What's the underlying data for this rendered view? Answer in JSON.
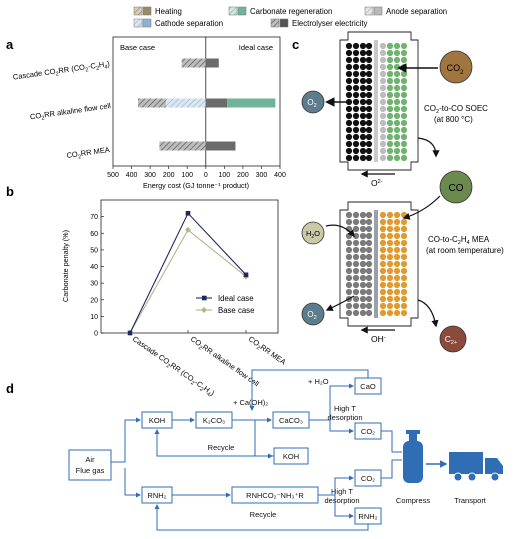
{
  "legend": [
    {
      "label": "Heating",
      "swatch": "heating"
    },
    {
      "label": "Carbonate regeneration",
      "swatch": "carbregen"
    },
    {
      "label": "Anode separation",
      "swatch": "anode"
    },
    {
      "label": "Cathode separation",
      "swatch": "cathode"
    },
    {
      "label": "Electrolyser electricity",
      "swatch": "elec"
    }
  ],
  "panels": {
    "a": "a",
    "b": "b",
    "c": "c",
    "d": "d"
  },
  "chart_data": [
    {
      "id": "a",
      "type": "bar",
      "orientation": "horizontal-stacked",
      "categories": [
        "Cascade CO2RR (CO2-C2H4)",
        "CO2RR alkaline flow cell",
        "CO2RR MEA"
      ],
      "category_labels": [
        {
          "main": "Cascade CO",
          "sub1": "2",
          "mid": "RR (CO",
          "sub2": "2",
          "mid2": "-C",
          "sub3": "2",
          "mid3": "H",
          "sub4": "4",
          "tail": ")"
        },
        {
          "main": "CO",
          "sub1": "2",
          "tail": "RR alkaline flow cell"
        },
        {
          "main": "CO",
          "sub1": "2",
          "tail": "RR MEA"
        }
      ],
      "left_title": "Base case",
      "right_title": "Ideal case",
      "xlabel": "Energy cost (GJ tonne⁻¹ product)",
      "xticks": [
        "500",
        "400",
        "300",
        "200",
        "100",
        "0",
        "100",
        "200",
        "300",
        "400"
      ],
      "xlim": [
        -500,
        400
      ],
      "series": [
        {
          "name": "Heating",
          "swatch": "heating",
          "base": [
            0,
            0,
            0
          ],
          "ideal": [
            0,
            0,
            0
          ]
        },
        {
          "name": "Carbonate regeneration",
          "swatch": "carbregen",
          "base": [
            0,
            0,
            0
          ],
          "ideal": [
            0,
            260,
            0
          ]
        },
        {
          "name": "Anode separation",
          "swatch": "anode",
          "base": [
            0,
            0,
            0
          ],
          "ideal": [
            0,
            0,
            0
          ]
        },
        {
          "name": "Cathode separation",
          "swatch": "cathode",
          "base": [
            0,
            215,
            0
          ],
          "ideal": [
            0,
            0,
            0
          ]
        },
        {
          "name": "Electrolyser electricity",
          "swatch": "elec",
          "base": [
            130,
            150,
            250
          ],
          "ideal": [
            70,
            115,
            160
          ]
        }
      ]
    },
    {
      "id": "b",
      "type": "line",
      "categories": [
        "Cascade CO2RR (CO2-C2H4)",
        "CO2RR alkaline flow cell",
        "CO2RR MEA"
      ],
      "ylabel": "Carbonate penalty (%)",
      "yticks": [
        "0",
        "10",
        "20",
        "30",
        "40",
        "50",
        "60",
        "70"
      ],
      "ylim": [
        0,
        80
      ],
      "series": [
        {
          "name": "Ideal case",
          "values": [
            0,
            72,
            35
          ],
          "color": "#1f2a5a"
        },
        {
          "name": "Base case",
          "values": [
            0,
            62,
            34
          ],
          "color": "#b5b58c"
        }
      ]
    }
  ],
  "panel_c": {
    "co2": "CO",
    "co2_sub": "2",
    "o2_top": "O",
    "o2_top_sub": "2",
    "soec_l1a": "CO",
    "soec_l1sub": "2",
    "soec_l1b": "-to-CO SOEC",
    "soec_l2": "(at 800 °C)",
    "o2minus": "O",
    "o2minus_sup": "2-",
    "co": "CO",
    "h2o": "H",
    "h2o_sub": "2",
    "h2o_tail": "O",
    "mea_l1a": "CO-to-C",
    "mea_l1sub": "2",
    "mea_l1b": "H",
    "mea_l1sub2": "4",
    "mea_l1c": " MEA",
    "mea_l2": "(at room temperature)",
    "o2_bot": "O",
    "o2_bot_sub": "2",
    "ohminus": "OH",
    "ohminus_sup": "-",
    "c2plus": "C",
    "c2plus_sub": "2+",
    "colors": {
      "co2": "#a0763f",
      "o2": "#5d7c8e",
      "co": "#6b8a4e",
      "h2o": "#c9c9a8",
      "c2": "#8b4a3a",
      "green_dot": "#6fb36f",
      "orange_dot": "#e09a2f",
      "grey_dot": "#7a7a7a",
      "black_dot": "#111111"
    }
  },
  "panel_d": {
    "air": "Air",
    "flue": "Flue gas",
    "koh": "KOH",
    "k2co3": "K₂CO₃",
    "caoh2": "+ Ca(OH)₂",
    "caco3": "CaCO₃",
    "koh2": "KOH",
    "recycle1": "Recycle",
    "h2o": "+ H₂O",
    "cao": "CaO",
    "co2a": "CO₂",
    "hight1": "High T",
    "desorp1": "desorption",
    "rnh2": "RNH₂",
    "rnhco2": "RNHCO₂⁻NH₃⁺R",
    "co2b": "CO₂",
    "hight2": "High T",
    "desorp2": "desorption",
    "rnh2b": "RNH₂",
    "recycle2": "Recycle",
    "compress": "Compress",
    "transport": "Transport",
    "color": "#2f6db5"
  }
}
